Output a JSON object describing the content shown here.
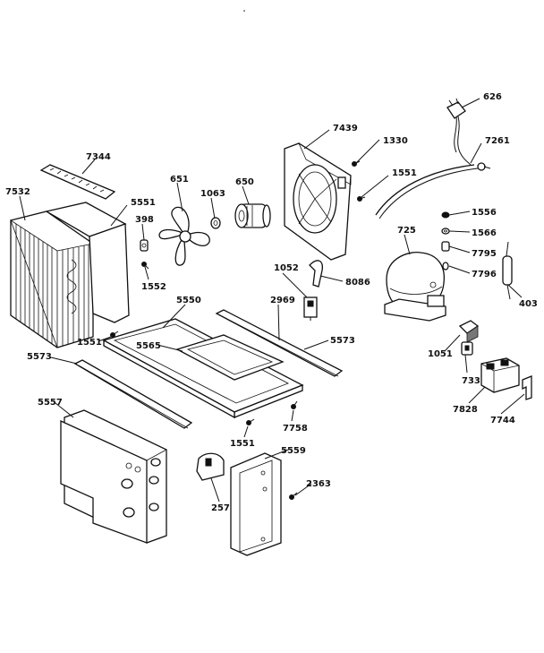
{
  "labels": {
    "p626": "626",
    "p7439": "7439",
    "p1330": "1330",
    "p7261": "7261",
    "p7344": "7344",
    "p1551a": "1551",
    "p7532": "7532",
    "p5551": "5551",
    "p651": "651",
    "p1063": "1063",
    "p650": "650",
    "p398": "398",
    "p1556": "1556",
    "p725": "725",
    "p1566": "1566",
    "p7795": "7795",
    "p7796": "7796",
    "p403": "403",
    "p1552": "1552",
    "p1052": "1052",
    "p8086": "8086",
    "p5550": "5550",
    "p2969": "2969",
    "p1551b": "1551",
    "p5565": "5565",
    "p5573a": "5573",
    "p1051": "1051",
    "p5573b": "5573",
    "p733": "733",
    "p5557": "5557",
    "p7828": "7828",
    "p7744": "7744",
    "p7758": "7758",
    "p1551c": "1551",
    "p5559": "5559",
    "p2363": "2363",
    "p257": "257"
  }
}
